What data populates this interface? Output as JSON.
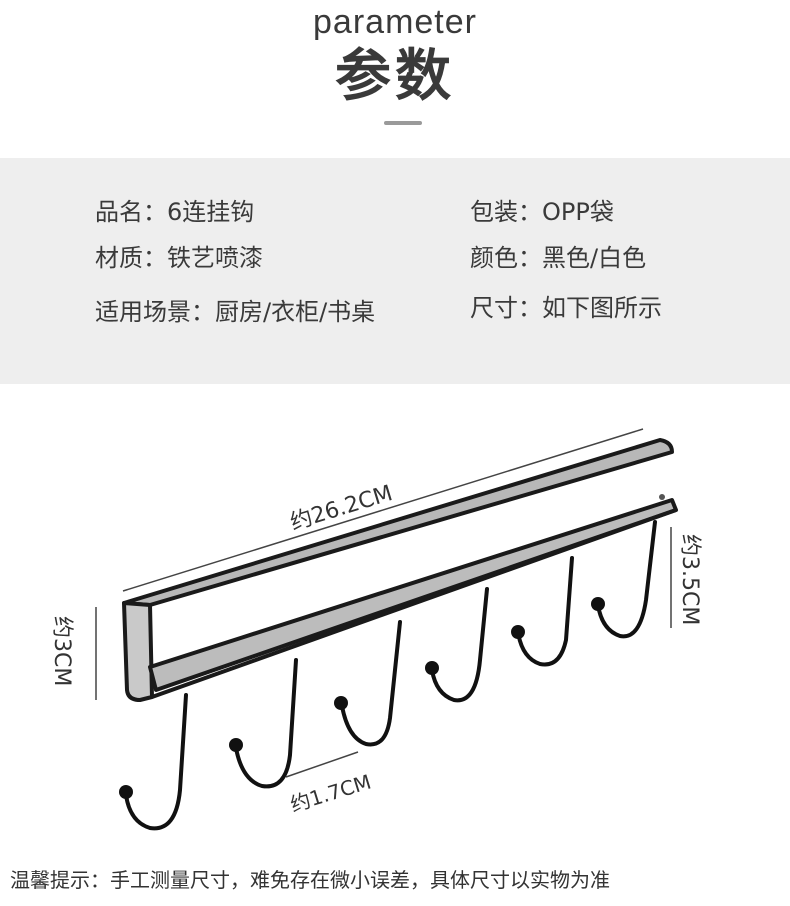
{
  "header": {
    "subtitle": "parameter",
    "title": "参数"
  },
  "params": {
    "name": "品名：6连挂钩",
    "package": "包装：OPP袋",
    "material": "材质：铁艺喷漆",
    "color": "颜色：黑色/白色",
    "scene": "适用场景：厨房/衣柜/书桌",
    "size": "尺寸：如下图所示"
  },
  "dimensions": {
    "length": "约26.2CM",
    "height": "约3CM",
    "hook_depth": "约3.5CM",
    "hook_spacing": "约1.7CM"
  },
  "notice": "温馨提示：手工测量尺寸，难免存在微小误差，具体尺寸以实物为准",
  "colors": {
    "band": "#eeeeee",
    "text": "#333333",
    "metal": "#1a1a1a",
    "divider": "#9a9a9a"
  },
  "icons": {
    "product": "hook-rack-illustration"
  }
}
